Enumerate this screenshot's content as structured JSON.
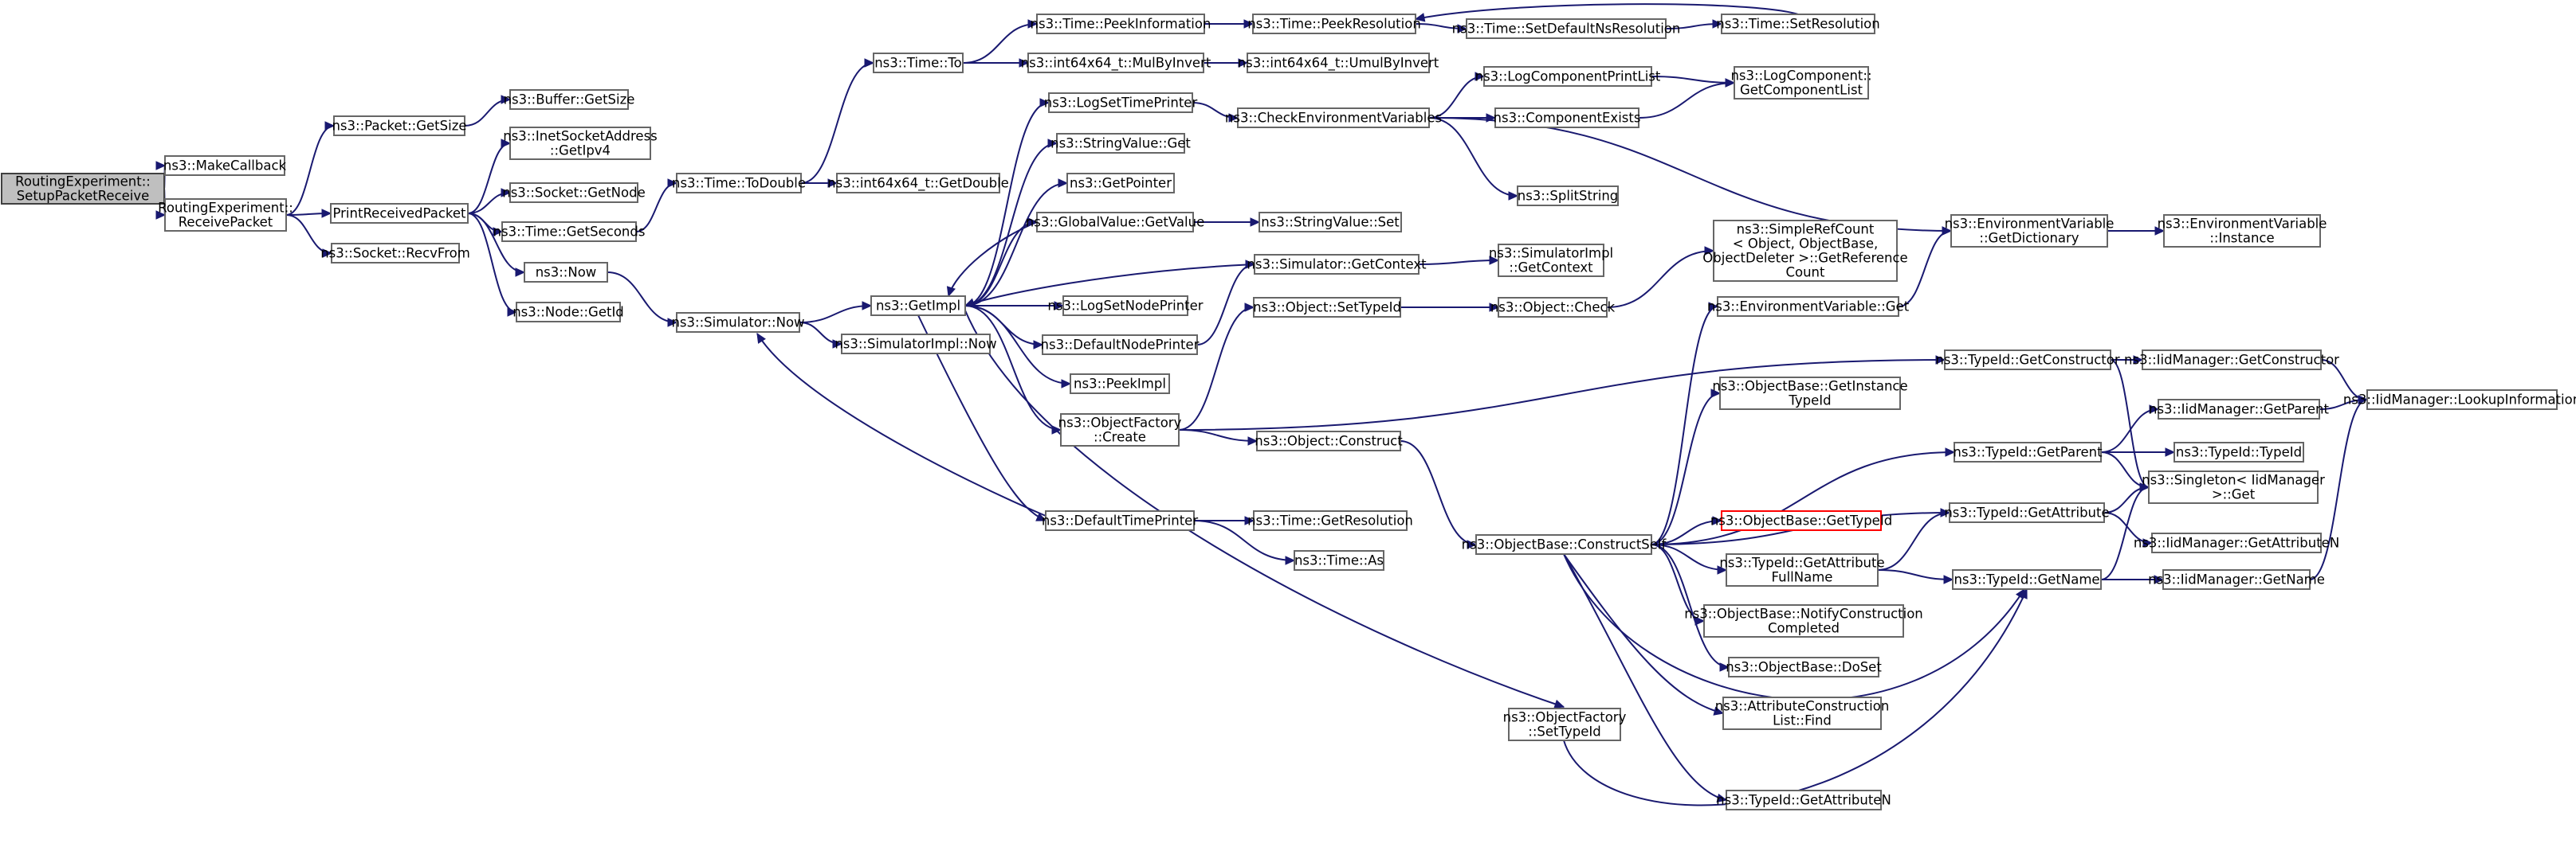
{
  "diagram": {
    "type": "call-graph",
    "colors": {
      "edge": "#191970",
      "node_border": "#666666",
      "root_fill": "#bfbfbf",
      "missing_border": "#ff0000"
    },
    "nodes": [
      {
        "id": "root",
        "lines": [
          "RoutingExperiment::",
          "SetupPacketReceive"
        ],
        "style": "root"
      },
      {
        "id": "makecallback",
        "lines": [
          "ns3::MakeCallback"
        ]
      },
      {
        "id": "receivepacket",
        "lines": [
          "RoutingExperiment::",
          "ReceivePacket"
        ]
      },
      {
        "id": "packetgetsize",
        "lines": [
          "ns3::Packet::GetSize"
        ]
      },
      {
        "id": "buffergetsize",
        "lines": [
          "ns3::Buffer::GetSize"
        ]
      },
      {
        "id": "printreceived",
        "lines": [
          "PrintReceivedPacket"
        ]
      },
      {
        "id": "getipv4",
        "lines": [
          "ns3::InetSocketAddress",
          "::GetIpv4"
        ]
      },
      {
        "id": "socketgetnode",
        "lines": [
          "ns3::Socket::GetNode"
        ]
      },
      {
        "id": "timegetseconds",
        "lines": [
          "ns3::Time::GetSeconds"
        ]
      },
      {
        "id": "socketrecvfrom",
        "lines": [
          "ns3::Socket::RecvFrom"
        ]
      },
      {
        "id": "ns3now",
        "lines": [
          "ns3::Now"
        ]
      },
      {
        "id": "nodegetid",
        "lines": [
          "ns3::Node::GetId"
        ]
      },
      {
        "id": "simnow",
        "lines": [
          "ns3::Simulator::Now"
        ]
      },
      {
        "id": "simimplnow",
        "lines": [
          "ns3::SimulatorImpl::Now"
        ]
      },
      {
        "id": "todouble",
        "lines": [
          "ns3::Time::ToDouble"
        ]
      },
      {
        "id": "int64getdouble",
        "lines": [
          "ns3::int64x64_t::GetDouble"
        ]
      },
      {
        "id": "timeto",
        "lines": [
          "ns3::Time::To"
        ]
      },
      {
        "id": "peekinfo",
        "lines": [
          "ns3::Time::PeekInformation"
        ]
      },
      {
        "id": "mullbyinvert",
        "lines": [
          "ns3::int64x64_t::MulByInvert"
        ]
      },
      {
        "id": "umulbyinvert",
        "lines": [
          "ns3::int64x64_t::UmulByInvert"
        ]
      },
      {
        "id": "peekres",
        "lines": [
          "ns3::Time::PeekResolution"
        ]
      },
      {
        "id": "setdefaultns",
        "lines": [
          "ns3::Time::SetDefaultNsResolution"
        ]
      },
      {
        "id": "setres",
        "lines": [
          "ns3::Time::SetResolution"
        ]
      },
      {
        "id": "getimpl",
        "lines": [
          "ns3::GetImpl"
        ]
      },
      {
        "id": "logsettime",
        "lines": [
          "ns3::LogSetTimePrinter"
        ]
      },
      {
        "id": "stringvalueget",
        "lines": [
          "ns3::StringValue::Get"
        ]
      },
      {
        "id": "getpointer",
        "lines": [
          "ns3::GetPointer"
        ]
      },
      {
        "id": "globalvalueget",
        "lines": [
          "ns3::GlobalValue::GetValue"
        ]
      },
      {
        "id": "stringvalueset",
        "lines": [
          "ns3::StringValue::Set"
        ]
      },
      {
        "id": "checkenv",
        "lines": [
          "ns3::CheckEnvironmentVariables"
        ]
      },
      {
        "id": "logcompprint",
        "lines": [
          "ns3::LogComponentPrintList"
        ]
      },
      {
        "id": "logcompget",
        "lines": [
          "ns3::LogComponent::",
          "GetComponentList"
        ]
      },
      {
        "id": "compexists",
        "lines": [
          "ns3::ComponentExists"
        ]
      },
      {
        "id": "splitstring",
        "lines": [
          "ns3::SplitString"
        ]
      },
      {
        "id": "envgetdict",
        "lines": [
          "ns3::EnvironmentVariable",
          "::GetDictionary"
        ]
      },
      {
        "id": "envinstance",
        "lines": [
          "ns3::EnvironmentVariable",
          "::Instance"
        ]
      },
      {
        "id": "simgetcontext",
        "lines": [
          "ns3::Simulator::GetContext"
        ]
      },
      {
        "id": "simimplgetcontext",
        "lines": [
          "ns3::SimulatorImpl",
          "::GetContext"
        ]
      },
      {
        "id": "simplerefcount",
        "lines": [
          "ns3::SimpleRefCount",
          "< Object, ObjectBase,",
          "ObjectDeleter >::GetReference",
          "Count"
        ]
      },
      {
        "id": "logsetnode",
        "lines": [
          "ns3::LogSetNodePrinter"
        ]
      },
      {
        "id": "defaultnode",
        "lines": [
          "ns3::DefaultNodePrinter"
        ]
      },
      {
        "id": "objsettypeid",
        "lines": [
          "ns3::Object::SetTypeId"
        ]
      },
      {
        "id": "objcheck",
        "lines": [
          "ns3::Object::Check"
        ]
      },
      {
        "id": "envget",
        "lines": [
          "ns3::EnvironmentVariable::Get"
        ]
      },
      {
        "id": "peekimpl",
        "lines": [
          "ns3::PeekImpl"
        ]
      },
      {
        "id": "typeidgetconstructor",
        "lines": [
          "ns3::TypeId::GetConstructor"
        ]
      },
      {
        "id": "iidgetconstructor",
        "lines": [
          "ns3::IidManager::GetConstructor"
        ]
      },
      {
        "id": "lookupinfo",
        "lines": [
          "ns3::IidManager::LookupInformation"
        ]
      },
      {
        "id": "objfactorycreate",
        "lines": [
          "ns3::ObjectFactory",
          "::Create"
        ]
      },
      {
        "id": "objconstruct",
        "lines": [
          "ns3::Object::Construct"
        ]
      },
      {
        "id": "getinstancetypeid",
        "lines": [
          "ns3::ObjectBase::GetInstance",
          "TypeId"
        ]
      },
      {
        "id": "typeidgetparent",
        "lines": [
          "ns3::TypeId::GetParent"
        ]
      },
      {
        "id": "iidgetparent",
        "lines": [
          "ns3::IidManager::GetParent"
        ]
      },
      {
        "id": "typeidtypeid",
        "lines": [
          "ns3::TypeId::TypeId"
        ]
      },
      {
        "id": "singletonget",
        "lines": [
          "ns3::Singleton< IidManager",
          ">::Get"
        ]
      },
      {
        "id": "defaulttime",
        "lines": [
          "ns3::DefaultTimePrinter"
        ]
      },
      {
        "id": "timegetres",
        "lines": [
          "ns3::Time::GetResolution"
        ]
      },
      {
        "id": "timeas",
        "lines": [
          "ns3::Time::As"
        ]
      },
      {
        "id": "constructself",
        "lines": [
          "ns3::ObjectBase::ConstructSelf"
        ]
      },
      {
        "id": "obgettypeid",
        "lines": [
          "ns3::ObjectBase::GetTypeId"
        ],
        "style": "missing"
      },
      {
        "id": "typeidgetattribute",
        "lines": [
          "ns3::TypeId::GetAttribute"
        ]
      },
      {
        "id": "iidgetattributen",
        "lines": [
          "ns3::IidManager::GetAttributeN"
        ]
      },
      {
        "id": "getattrfullname",
        "lines": [
          "ns3::TypeId::GetAttribute",
          "FullName"
        ]
      },
      {
        "id": "typeidgetname",
        "lines": [
          "ns3::TypeId::GetName"
        ]
      },
      {
        "id": "iidgetname",
        "lines": [
          "ns3::IidManager::GetName"
        ]
      },
      {
        "id": "notifyconstruct",
        "lines": [
          "ns3::ObjectBase::NotifyConstruction",
          "Completed"
        ]
      },
      {
        "id": "obdoset",
        "lines": [
          "ns3::ObjectBase::DoSet"
        ]
      },
      {
        "id": "attrconstructfind",
        "lines": [
          "ns3::AttributeConstruction",
          "List::Find"
        ]
      },
      {
        "id": "objfactorysettypeid",
        "lines": [
          "ns3::ObjectFactory",
          "::SetTypeId"
        ]
      },
      {
        "id": "typeidgetattributen",
        "lines": [
          "ns3::TypeId::GetAttributeN"
        ]
      }
    ],
    "edges": [
      [
        "root",
        "makecallback"
      ],
      [
        "root",
        "receivepacket"
      ],
      [
        "receivepacket",
        "packetgetsize"
      ],
      [
        "receivepacket",
        "printreceived"
      ],
      [
        "receivepacket",
        "socketrecvfrom"
      ],
      [
        "packetgetsize",
        "buffergetsize"
      ],
      [
        "printreceived",
        "getipv4"
      ],
      [
        "printreceived",
        "socketgetnode"
      ],
      [
        "printreceived",
        "timegetseconds"
      ],
      [
        "printreceived",
        "ns3now"
      ],
      [
        "printreceived",
        "nodegetid"
      ],
      [
        "timegetseconds",
        "todouble"
      ],
      [
        "ns3now",
        "simnow"
      ],
      [
        "todouble",
        "timeto"
      ],
      [
        "todouble",
        "int64getdouble"
      ],
      [
        "timeto",
        "peekinfo"
      ],
      [
        "timeto",
        "mullbyinvert"
      ],
      [
        "peekinfo",
        "peekres"
      ],
      [
        "mullbyinvert",
        "umulbyinvert"
      ],
      [
        "peekres",
        "setdefaultns"
      ],
      [
        "setdefaultns",
        "setres"
      ],
      [
        "setres",
        "peekres"
      ],
      [
        "simnow",
        "getimpl"
      ],
      [
        "simnow",
        "simimplnow"
      ],
      [
        "getimpl",
        "logsettime"
      ],
      [
        "getimpl",
        "stringvalueget"
      ],
      [
        "getimpl",
        "getpointer"
      ],
      [
        "getimpl",
        "globalvalueget"
      ],
      [
        "getimpl",
        "logsetnode"
      ],
      [
        "getimpl",
        "defaultnode"
      ],
      [
        "getimpl",
        "peekimpl"
      ],
      [
        "getimpl",
        "objfactorycreate"
      ],
      [
        "getimpl",
        "defaulttime"
      ],
      [
        "getimpl",
        "objfactorysettypeid"
      ],
      [
        "globalvalueget",
        "getimpl"
      ],
      [
        "simgetcontext",
        "getimpl"
      ],
      [
        "defaulttime",
        "simnow"
      ],
      [
        "globalvalueget",
        "stringvalueset"
      ],
      [
        "logsettime",
        "checkenv"
      ],
      [
        "checkenv",
        "logcompprint"
      ],
      [
        "checkenv",
        "compexists"
      ],
      [
        "checkenv",
        "splitstring"
      ],
      [
        "checkenv",
        "envgetdict"
      ],
      [
        "logcompprint",
        "logcompget"
      ],
      [
        "compexists",
        "logcompget"
      ],
      [
        "envgetdict",
        "envinstance"
      ],
      [
        "envget",
        "envgetdict"
      ],
      [
        "defaultnode",
        "simgetcontext"
      ],
      [
        "simgetcontext",
        "simimplgetcontext"
      ],
      [
        "objfactorycreate",
        "objsettypeid"
      ],
      [
        "objfactorycreate",
        "objconstruct"
      ],
      [
        "objfactorycreate",
        "typeidgetconstructor"
      ],
      [
        "objsettypeid",
        "objcheck"
      ],
      [
        "objcheck",
        "simplerefcount"
      ],
      [
        "typeidgetconstructor",
        "iidgetconstructor"
      ],
      [
        "typeidgetconstructor",
        "singletonget"
      ],
      [
        "iidgetconstructor",
        "lookupinfo"
      ],
      [
        "iidgetparent",
        "lookupinfo"
      ],
      [
        "iidgetname",
        "lookupinfo"
      ],
      [
        "objconstruct",
        "constructself"
      ],
      [
        "constructself",
        "envget"
      ],
      [
        "constructself",
        "getinstancetypeid"
      ],
      [
        "constructself",
        "typeidgetparent"
      ],
      [
        "constructself",
        "obgettypeid"
      ],
      [
        "constructself",
        "typeidgetattribute"
      ],
      [
        "constructself",
        "getattrfullname"
      ],
      [
        "constructself",
        "typeidgetname"
      ],
      [
        "constructself",
        "notifyconstruct"
      ],
      [
        "constructself",
        "obdoset"
      ],
      [
        "constructself",
        "attrconstructfind"
      ],
      [
        "constructself",
        "typeidgetattributen"
      ],
      [
        "typeidgetparent",
        "iidgetparent"
      ],
      [
        "typeidgetparent",
        "typeidtypeid"
      ],
      [
        "typeidgetparent",
        "singletonget"
      ],
      [
        "typeidgetattribute",
        "singletonget"
      ],
      [
        "typeidgetattribute",
        "iidgetattributen"
      ],
      [
        "getattrfullname",
        "typeidgetattribute"
      ],
      [
        "getattrfullname",
        "typeidgetname"
      ],
      [
        "typeidgetname",
        "singletonget"
      ],
      [
        "typeidgetname",
        "iidgetname"
      ],
      [
        "defaulttime",
        "timegetres"
      ],
      [
        "defaulttime",
        "timeas"
      ],
      [
        "objfactorysettypeid",
        "typeidgetname"
      ]
    ]
  }
}
